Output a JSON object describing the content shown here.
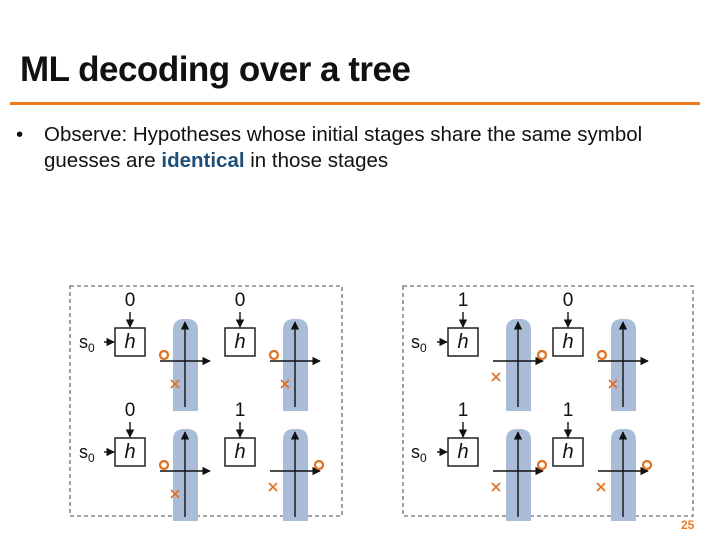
{
  "slide": {
    "title": "ML decoding over a tree",
    "bullet": {
      "marker": "•",
      "before": "Observe: Hypotheses whose initial stages share the same symbol guesses are ",
      "emphasis": "identical",
      "after": " in those stages"
    },
    "page_number": "25",
    "accent_color": "#ee7a1e",
    "emphasis_color": "#1f4e79"
  },
  "diagram": {
    "channel_label": "h",
    "input_label": "s",
    "input_subscript": "0",
    "panels": [
      {
        "name": "left",
        "rows": [
          {
            "guesses": [
              "0",
              "0"
            ]
          },
          {
            "guesses": [
              "0",
              "1"
            ]
          }
        ]
      },
      {
        "name": "right",
        "rows": [
          {
            "guesses": [
              "1",
              "0"
            ]
          },
          {
            "guesses": [
              "1",
              "1"
            ]
          }
        ]
      }
    ]
  }
}
